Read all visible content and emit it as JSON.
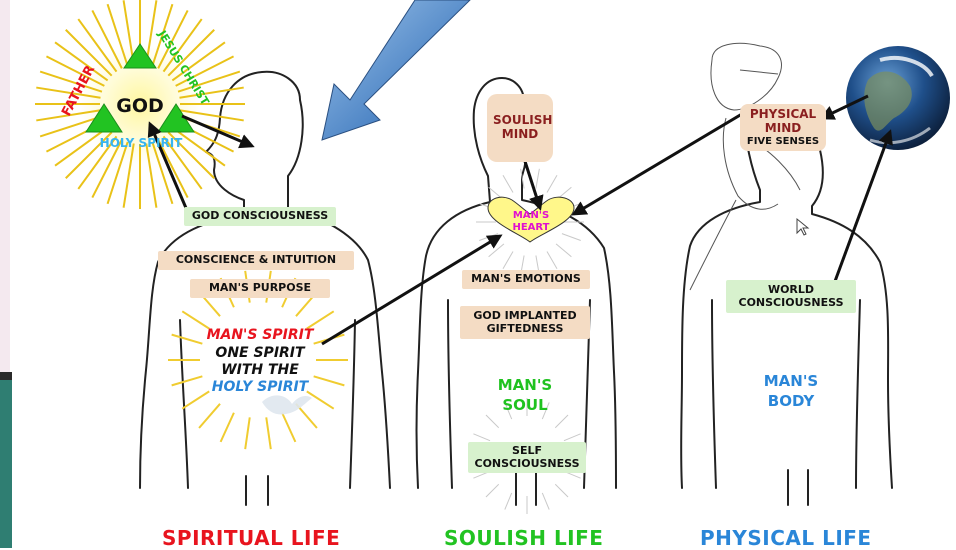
{
  "trinity": {
    "center": "GOD",
    "father": "FATHER",
    "son": "JESUS CHRIST",
    "spirit": "HOLY SPIRIT"
  },
  "spiritual": {
    "god_consciousness": "GOD CONSCIOUSNESS",
    "conscience": "CONSCIENCE & INTUITION",
    "purpose": "MAN'S PURPOSE",
    "mans_spirit": "MAN'S SPIRIT",
    "one_spirit": "ONE SPIRIT",
    "with_the": "WITH THE",
    "holy_spirit": "HOLY SPIRIT",
    "footer": "SPIRITUAL LIFE"
  },
  "soulish": {
    "mind_line1": "SOULISH",
    "mind_line2": "MIND",
    "heart_line1": "MAN'S",
    "heart_line2": "HEART",
    "emotions": "MAN'S EMOTIONS",
    "gifted_line1": "GOD IMPLANTED",
    "gifted_line2": "GIFTEDNESS",
    "soul_line1": "MAN'S",
    "soul_line2": "SOUL",
    "self_line1": "SELF",
    "self_line2": "CONSCIOUSNESS",
    "footer": "SOULISH LIFE"
  },
  "physical": {
    "mind_line1": "PHYSICAL",
    "mind_line2": "MIND",
    "senses": "FIVE SENSES",
    "world_line1": "WORLD",
    "world_line2": "CONSCIOUSNESS",
    "body_line1": "MAN'S",
    "body_line2": "BODY",
    "footer": "PHYSICAL LIFE"
  },
  "colors": {
    "spiritual_footer": "#e8141e",
    "soulish_footer": "#22c322",
    "physical_footer": "#2a86d8",
    "green_label": "#1fc21f",
    "blue_label": "#2a86d8",
    "magenta_label": "#e010d0",
    "dark_red_label": "#8a1f1f"
  }
}
